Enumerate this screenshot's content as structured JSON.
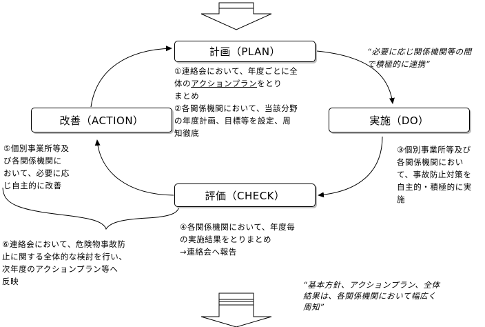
{
  "boxes": {
    "plan": "計画（PLAN）",
    "do": "実施（DO）",
    "check": "評価（CHECK）",
    "action": "改善（ACTION）"
  },
  "notes": {
    "plan_1_pre": "①連絡会において、年度ごとに全\n体の",
    "plan_1_link": "アクションプラン",
    "plan_1_post": "をとり\nまとめ",
    "plan_2": "②各関係機関において、当該分野\nの年度計画、目標等を設定、周\n知徹底",
    "do_3": "③個別事業所等及び\n各関係機関におい\nて、事故防止対策を\n自主的・積極的に実\n施",
    "check_4": "④各関係機関において、年度毎\nの実施結果をとりまとめ\n→連絡会へ報告",
    "action_5": "⑤個別事業所等及\nび各関係機関に\nおいて、必要に応\nじ自主的に改善",
    "annual_6": "⑥連絡会において、危険物事故防\n止に関する全体的な検討を行い、\n次年度のアクションプラン等へ\n反映",
    "coordination": "“必要に応じ関係機関等の間\nで積極的に連携”",
    "publicize": "“基本方針、アクションプラン、全体\n結果は、各関係機関において幅広く\n周知”"
  }
}
